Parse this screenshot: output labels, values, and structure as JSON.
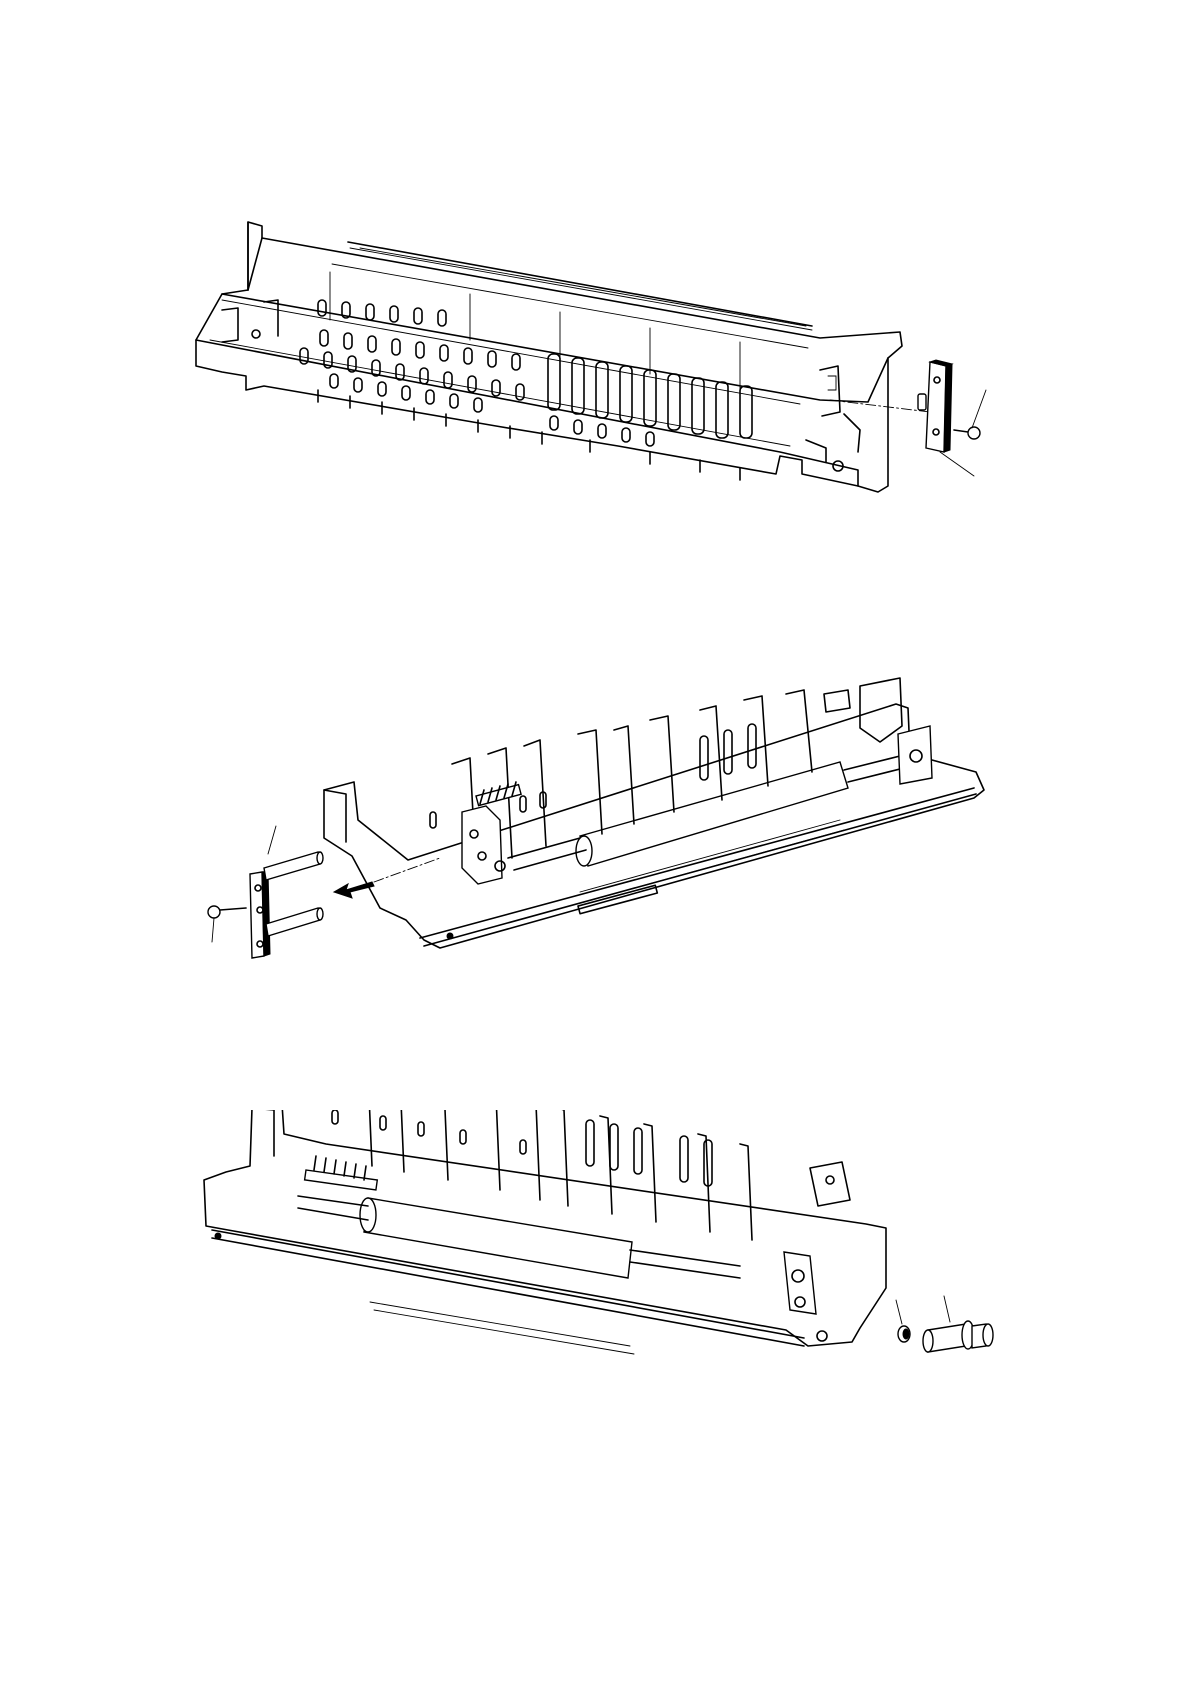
{
  "figures": [
    {
      "id": "fig1",
      "parts": [
        "frame-icon",
        "bracket-icon",
        "screw-icon"
      ]
    },
    {
      "id": "fig2",
      "parts": [
        "paper-guide-assembly-icon",
        "side-plate-icon",
        "pin-icon",
        "screw-icon",
        "removal-arrow-icon"
      ]
    },
    {
      "id": "fig3",
      "parts": [
        "paper-guide-assembly-icon",
        "e-ring-icon",
        "shaft-bushing-icon"
      ]
    }
  ],
  "colors": {
    "line": "#000000",
    "background": "#ffffff"
  }
}
